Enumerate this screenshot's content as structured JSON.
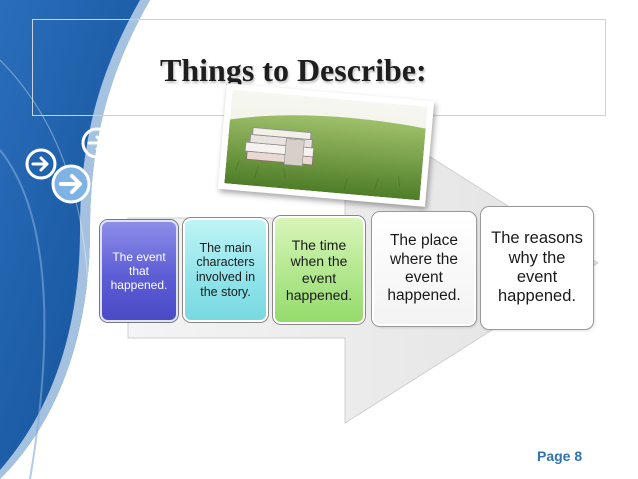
{
  "slide": {
    "title": "Things to Describe:",
    "page_label": "Page 8",
    "steps": [
      "The event that happened.",
      "The main characters involved in the story.",
      "The time when the event happened.",
      "The place where the event happened.",
      "The reasons why the event happened."
    ]
  },
  "icons": [
    "arrow-right-icon",
    "arrow-right-icon",
    "arrow-right-icon"
  ],
  "colors": {
    "background_wave": "#1e5fa8",
    "page_number": "#2f73b5",
    "step_1": "#5d5dd6",
    "step_2": "#8fe3ea",
    "step_3": "#aee68a",
    "step_4": "#ffffff",
    "step_5": "#ffffff"
  }
}
